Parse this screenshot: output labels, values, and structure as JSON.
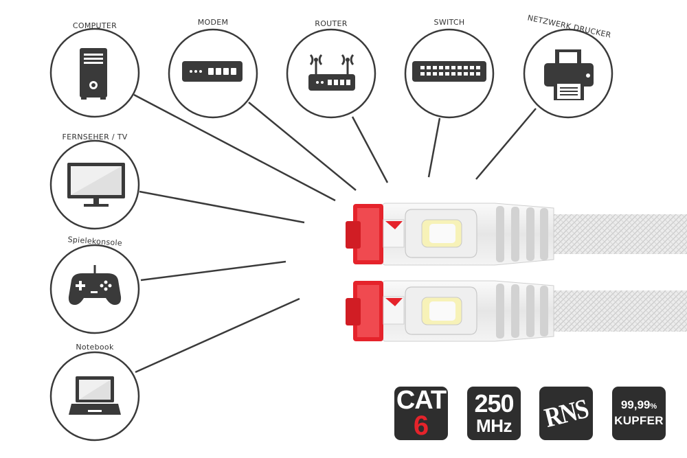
{
  "devices": {
    "computer": {
      "label": "COMPUTER",
      "icon": "computer-tower-icon"
    },
    "modem": {
      "label": "MODEM",
      "icon": "modem-icon"
    },
    "router": {
      "label": "ROUTER",
      "icon": "router-icon"
    },
    "switch": {
      "label": "SWITCH",
      "icon": "network-switch-icon"
    },
    "printer": {
      "label": "NETZWERK DRUCKER",
      "icon": "printer-icon"
    },
    "tv": {
      "label": "FERNSEHER / TV",
      "icon": "monitor-icon"
    },
    "console": {
      "label": "Spielekonsole",
      "icon": "gamepad-icon"
    },
    "notebook": {
      "label": "Notebook",
      "icon": "laptop-icon"
    }
  },
  "badges": {
    "cat": {
      "top": "CAT",
      "number": "6"
    },
    "mhz": {
      "top": "250",
      "bottom": "MHz"
    },
    "rns": {
      "text": "RNS"
    },
    "kupfer": {
      "percent": "99,99",
      "percent_sign": "%",
      "bottom": "KUPFER"
    }
  },
  "colors": {
    "icon": "#3a3a3a",
    "circle_stroke": "#3a3a3a",
    "connector_red": "#e5232b",
    "badge_bg": "#2e2e2e",
    "cable": "#e9e9e9"
  }
}
